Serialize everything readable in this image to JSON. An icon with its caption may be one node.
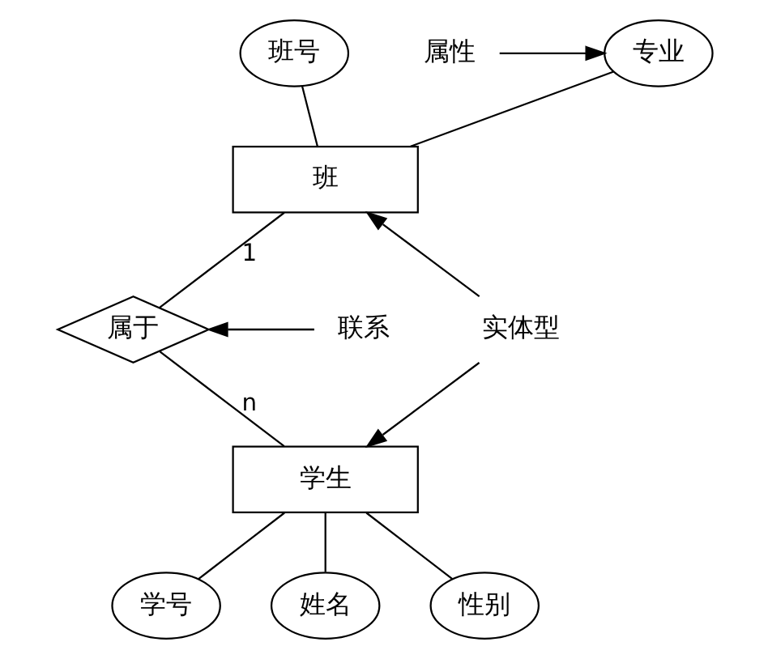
{
  "diagram": {
    "nodes": [
      {
        "text": [
          "班号"
        ]
      },
      {
        "text": [
          "专业"
        ]
      },
      {
        "text": [
          "属性"
        ]
      },
      {
        "text": [
          "班"
        ]
      },
      {
        "text": [
          "属于"
        ]
      },
      {
        "text": [
          "联系"
        ]
      },
      {
        "text": [
          "实体型"
        ]
      },
      {
        "text": [
          "学生"
        ]
      },
      {
        "text": [
          "学号"
        ]
      },
      {
        "text": [
          "姓名"
        ]
      },
      {
        "text": [
          "性别"
        ]
      }
    ],
    "edges": [
      {
        "from": 0,
        "to": 3,
        "arrow": "none"
      },
      {
        "from": 1,
        "to": 3,
        "arrow": "none"
      },
      {
        "from": 2,
        "to": 1,
        "arrow": "to"
      },
      {
        "from": 3,
        "to": 4,
        "arrow": "none",
        "label": "1"
      },
      {
        "from": 4,
        "to": 7,
        "arrow": "none",
        "label": "n"
      },
      {
        "from": 5,
        "to": 4,
        "arrow": "to"
      },
      {
        "from": 6,
        "to": 3,
        "arrow": "to"
      },
      {
        "from": 6,
        "to": 7,
        "arrow": "to"
      },
      {
        "from": 7,
        "to": 8,
        "arrow": "none"
      },
      {
        "from": 7,
        "to": 9,
        "arrow": "none"
      },
      {
        "from": 7,
        "to": 10,
        "arrow": "none"
      }
    ]
  }
}
